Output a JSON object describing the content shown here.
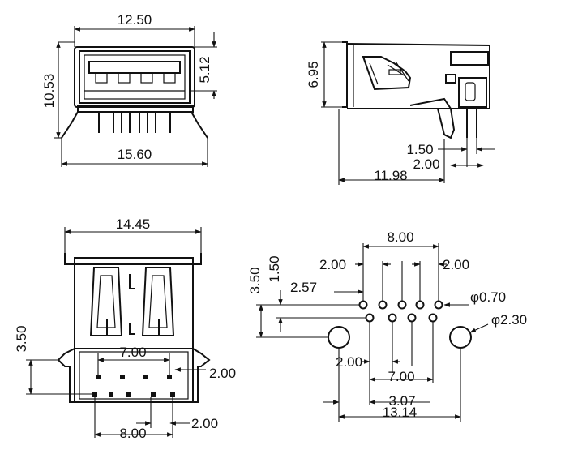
{
  "drawing": {
    "front_view": {
      "width_label": "12.50",
      "height_label": "10.53",
      "top_offset_label": "5.12",
      "bottom_width_label": "15.60"
    },
    "side_view": {
      "height_label": "6.95",
      "pin_pitch_label": "1.50",
      "pin_offset_label": "2.00",
      "depth_label": "11.98"
    },
    "rear_view": {
      "width_label": "14.45",
      "offset_label": "3.50",
      "inner_pitch_label": "7.00",
      "pin_pitch_label": "2.00",
      "outer_pitch_label": "8.00",
      "bottom_pitch_label": "2.00"
    },
    "footprint": {
      "top_span_label": "8.00",
      "left_pitch_label": "2.00",
      "right_pitch_label": "2.00",
      "row_offset_label": "3.50",
      "row_spacing_label": "1.50",
      "first_pin_label": "2.57",
      "small_hole_label": "φ0.70",
      "large_hole_label": "φ2.30",
      "bottom_pitch_label": "2.00",
      "lower_span_label": "7.00",
      "hole_offset_label": "3.07",
      "total_span_label": "13.14"
    }
  }
}
